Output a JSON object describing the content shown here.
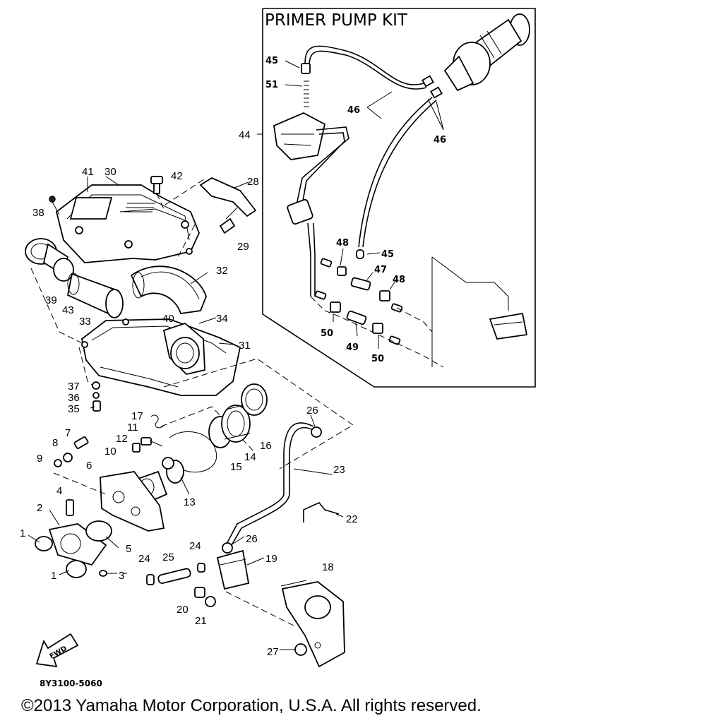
{
  "kit": {
    "title": "PRIMER PUMP KIT"
  },
  "callouts": {
    "c1a": "1",
    "c1b": "1",
    "c2": "2",
    "c3": "3",
    "c4": "4",
    "c5": "5",
    "c6": "6",
    "c7": "7",
    "c8": "8",
    "c9": "9",
    "c10": "10",
    "c11": "11",
    "c12": "12",
    "c13": "13",
    "c14": "14",
    "c15": "15",
    "c16": "16",
    "c17": "17",
    "c18": "18",
    "c19": "19",
    "c20": "20",
    "c21": "21",
    "c22": "22",
    "c23": "23",
    "c24a": "24",
    "c24b": "24",
    "c25": "25",
    "c26a": "26",
    "c26b": "26",
    "c27": "27",
    "c28": "28",
    "c29": "29",
    "c30": "30",
    "c31": "31",
    "c32": "32",
    "c33": "33",
    "c34": "34",
    "c35": "35",
    "c36": "36",
    "c37": "37",
    "c38": "38",
    "c39": "39",
    "c40": "40",
    "c41": "41",
    "c42": "42",
    "c43": "43",
    "c44": "44",
    "c45a": "45",
    "c45b": "45",
    "c46a": "46",
    "c46b": "46",
    "c47": "47",
    "c48a": "48",
    "c48b": "48",
    "c49": "49",
    "c50a": "50",
    "c50b": "50",
    "c51": "51"
  },
  "fwd_label": "FWD",
  "drawing_code": "8Y3100-5060",
  "copyright": "©2013 Yamaha Motor Corporation, U.S.A. All rights reserved."
}
